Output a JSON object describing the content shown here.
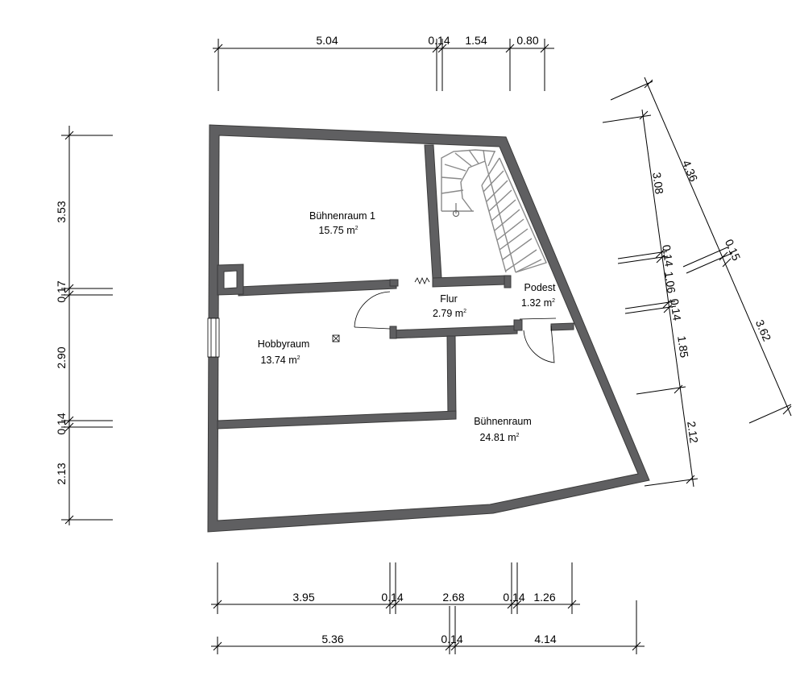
{
  "rooms": {
    "buehnenraum1": {
      "name": "Bühnenraum 1",
      "area": "15.75 m",
      "unit_sup": "2"
    },
    "flur": {
      "name": "Flur",
      "area": "2.79 m",
      "unit_sup": "2"
    },
    "podest": {
      "name": "Podest",
      "area": "1.32 m",
      "unit_sup": "2"
    },
    "hobbyraum": {
      "name": "Hobbyraum",
      "area": "13.74 m",
      "unit_sup": "2"
    },
    "buehnenraum": {
      "name": "Bühnenraum",
      "area": "24.81 m",
      "unit_sup": "2"
    }
  },
  "dims_top": [
    "5.04",
    "0.14",
    "1.54",
    "0.80"
  ],
  "dims_bottom_row1": [
    "3.95",
    "0.14",
    "2.68",
    "0.14",
    "1.26"
  ],
  "dims_bottom_row2": [
    "5.36",
    "0.14",
    "4.14"
  ],
  "dims_left": [
    "3.53",
    "0.17",
    "2.90",
    "0.14",
    "2.13"
  ],
  "dims_right_outer": [
    "4.36",
    "0.15",
    "3.62"
  ],
  "dims_right_inner": [
    "3.08",
    "0.14",
    "1.06",
    "0.14",
    "1.85",
    "2.12"
  ]
}
